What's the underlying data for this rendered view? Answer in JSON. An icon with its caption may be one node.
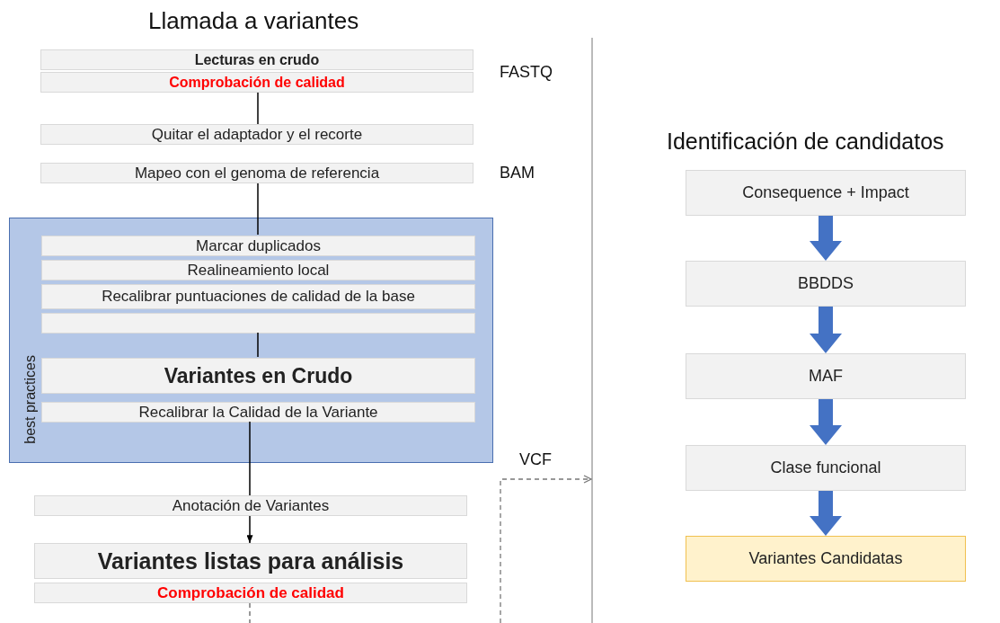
{
  "diagram": {
    "title": "Llamada a variantes",
    "nodes": [
      {
        "text": [
          "Lecturas en crudo"
        ]
      },
      {
        "text": [
          "Comprobación de calidad"
        ]
      },
      {
        "text": [
          "Quitar el adaptador y el recorte"
        ]
      },
      {
        "text": [
          "Mapeo con el genoma de referencia"
        ]
      },
      {
        "text": [
          "best practices"
        ]
      },
      {
        "text": [
          "Marcar duplicados"
        ],
        "in": 4
      },
      {
        "text": [
          "Realineamiento local"
        ],
        "in": 4
      },
      {
        "text": [
          "Recalibrar puntuaciones de calidad de la base"
        ],
        "in": 4
      },
      {
        "text": [],
        "shape": "box",
        "in": 4
      },
      {
        "text": [
          "Variantes en Crudo"
        ],
        "in": 4
      },
      {
        "text": [
          "Recalibrar la Calidad de la Variante"
        ],
        "in": 4
      },
      {
        "text": [
          "Anotación de Variantes"
        ]
      },
      {
        "text": [
          "Variantes listas para análisis"
        ]
      },
      {
        "text": [
          "Comprobación de calidad"
        ]
      },
      {
        "text": [
          "Consequence + Impact"
        ]
      },
      {
        "text": [
          "BBDDS"
        ]
      },
      {
        "text": [
          "MAF"
        ]
      },
      {
        "text": [
          "Clase funcional"
        ]
      },
      {
        "text": [
          "Variantes Candidatas"
        ]
      }
    ],
    "edges": [
      {
        "from": 1,
        "to": 2,
        "arrow": "none"
      },
      {
        "from": 3,
        "to": 5,
        "arrow": "none"
      },
      {
        "from": 8,
        "to": 9,
        "arrow": "none"
      },
      {
        "from": 10,
        "to": 11,
        "arrow": "none"
      },
      {
        "from": 11,
        "to": 12,
        "arrow": "to"
      },
      {
        "from": 13,
        "to": null,
        "arrow": "none",
        "style": "dashed",
        "color": "#777777"
      },
      {
        "from": 14,
        "to": 15,
        "arrow": "to",
        "style": "thick",
        "color": "#4472c4"
      },
      {
        "from": 15,
        "to": 16,
        "arrow": "to",
        "style": "thick",
        "color": "#4472c4"
      },
      {
        "from": 16,
        "to": 17,
        "arrow": "to",
        "style": "thick",
        "color": "#4472c4"
      },
      {
        "from": 17,
        "to": 18,
        "arrow": "to",
        "style": "thick",
        "color": "#4472c4"
      }
    ],
    "labels": [
      "FASTQ",
      "BAM",
      "Identificación de candidatos",
      "VCF"
    ]
  }
}
